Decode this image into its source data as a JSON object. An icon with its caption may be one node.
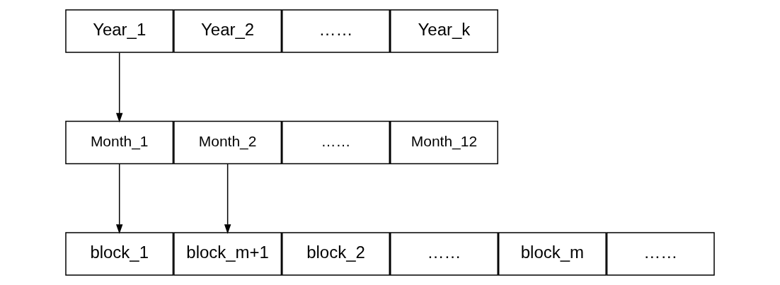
{
  "diagram": {
    "nodes": [
      {
        "text": [
          "Year_1"
        ]
      },
      {
        "text": [
          "Year_2"
        ]
      },
      {
        "text": [
          "……"
        ]
      },
      {
        "text": [
          "Year_k"
        ]
      },
      {
        "text": [
          "Month_1"
        ]
      },
      {
        "text": [
          "Month_2"
        ]
      },
      {
        "text": [
          "……"
        ]
      },
      {
        "text": [
          "Month_12"
        ]
      },
      {
        "text": [
          "block_1"
        ]
      },
      {
        "text": [
          "block_2"
        ]
      },
      {
        "text": [
          "……"
        ]
      },
      {
        "text": [
          "block_m"
        ]
      },
      {
        "text": [
          "block_m+1"
        ]
      },
      {
        "text": [
          "……"
        ]
      }
    ],
    "edges": [
      {
        "from": 0,
        "to": 4,
        "arrow": "to"
      },
      {
        "from": 4,
        "to": 8,
        "arrow": "to"
      },
      {
        "from": 5,
        "to": 12,
        "arrow": "to"
      }
    ]
  }
}
